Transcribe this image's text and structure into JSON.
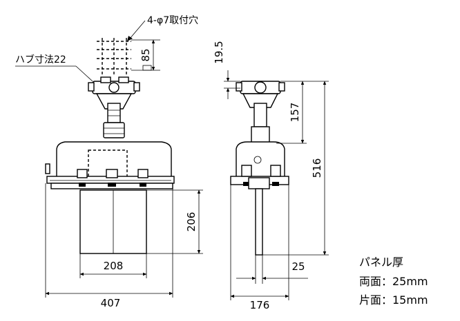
{
  "front_view": {
    "hole_label": "4-φ7取付穴",
    "hub_label": "ハブ寸法22",
    "dim_hole_pitch": "85",
    "dim_lower_height": "206",
    "dim_lower_width": "208",
    "dim_total_width": "407"
  },
  "side_view": {
    "dim_top_offset": "19.5",
    "dim_stem_height": "157",
    "dim_total_height": "516",
    "dim_rod_offset": "25",
    "dim_width": "176"
  },
  "panel_note": {
    "title": "パネル厚",
    "both_sides": "両面：25mm",
    "one_side": "片面：15mm"
  }
}
